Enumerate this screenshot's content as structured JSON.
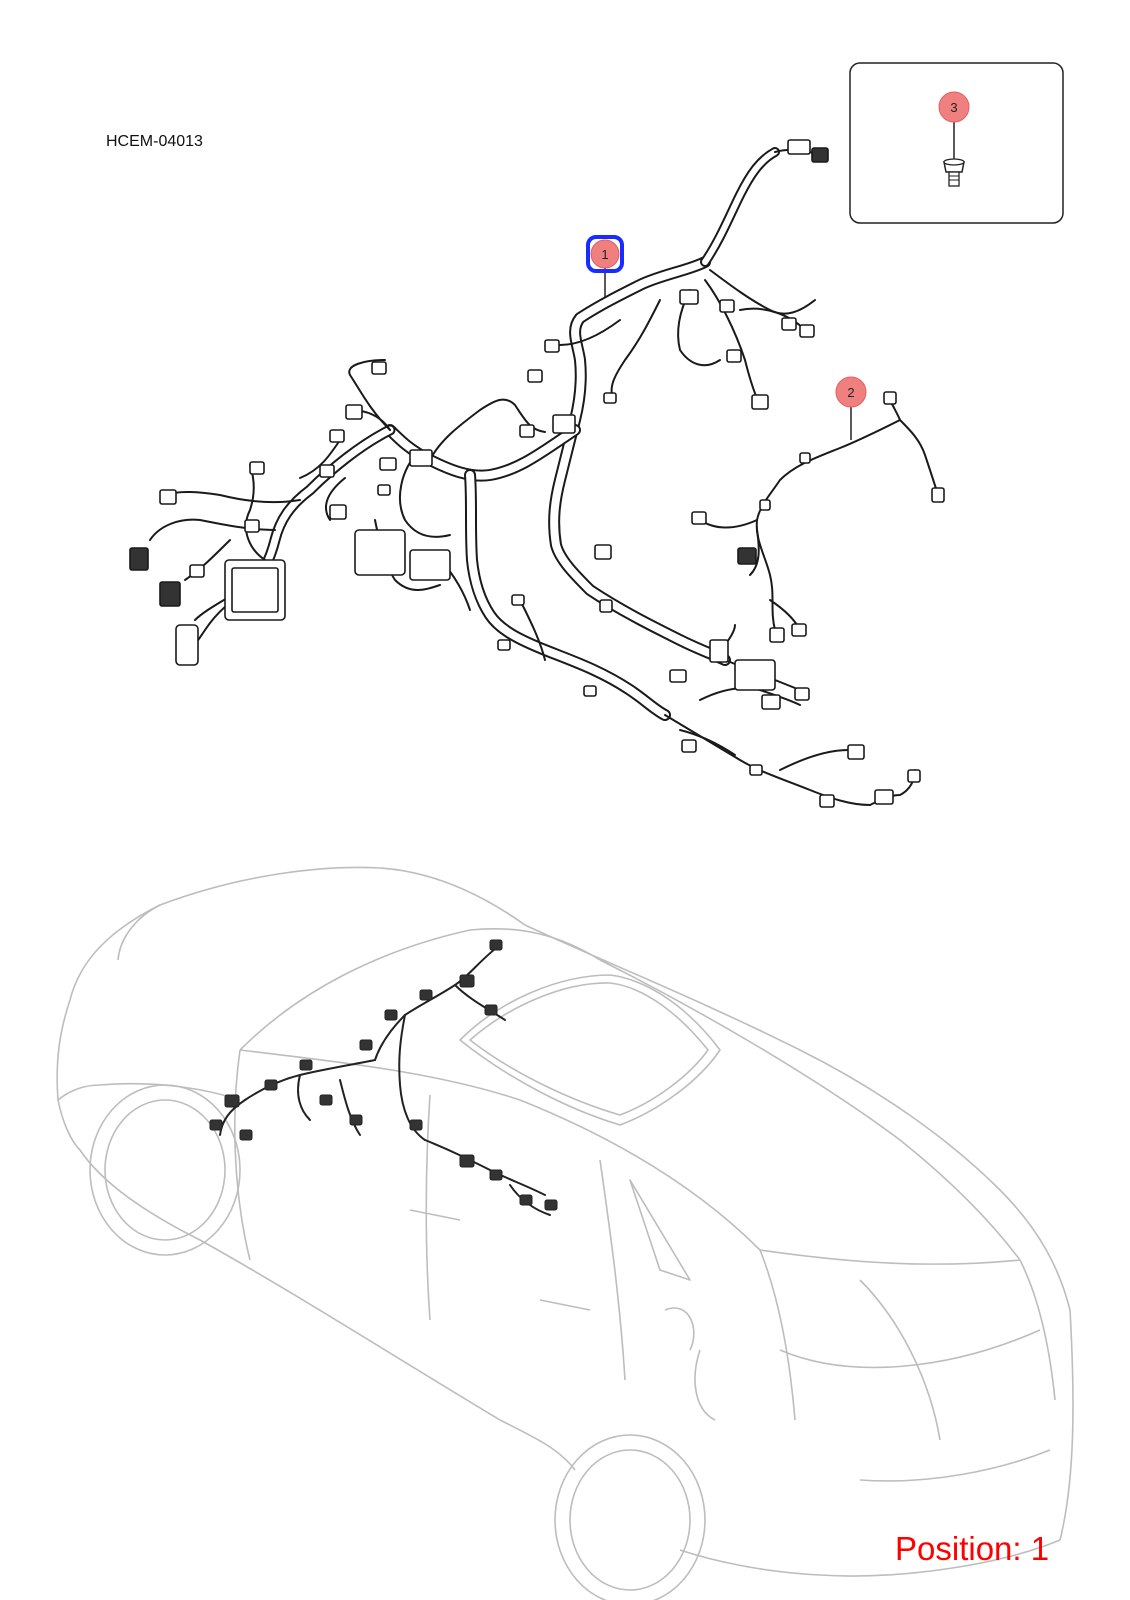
{
  "diagram": {
    "code": "HCEM-04013",
    "position_text": "Position: 1",
    "callouts": [
      {
        "id": "1",
        "label": "1",
        "selected": true
      },
      {
        "id": "2",
        "label": "2",
        "selected": false
      },
      {
        "id": "3",
        "label": "3",
        "selected": false
      }
    ],
    "colors": {
      "callout_fill": "#f08080",
      "selected_outline": "#1a2bff",
      "position_text": "#ff0000",
      "harness_stroke": "#1a1a1a",
      "car_outline": "#bdbdbd"
    }
  }
}
